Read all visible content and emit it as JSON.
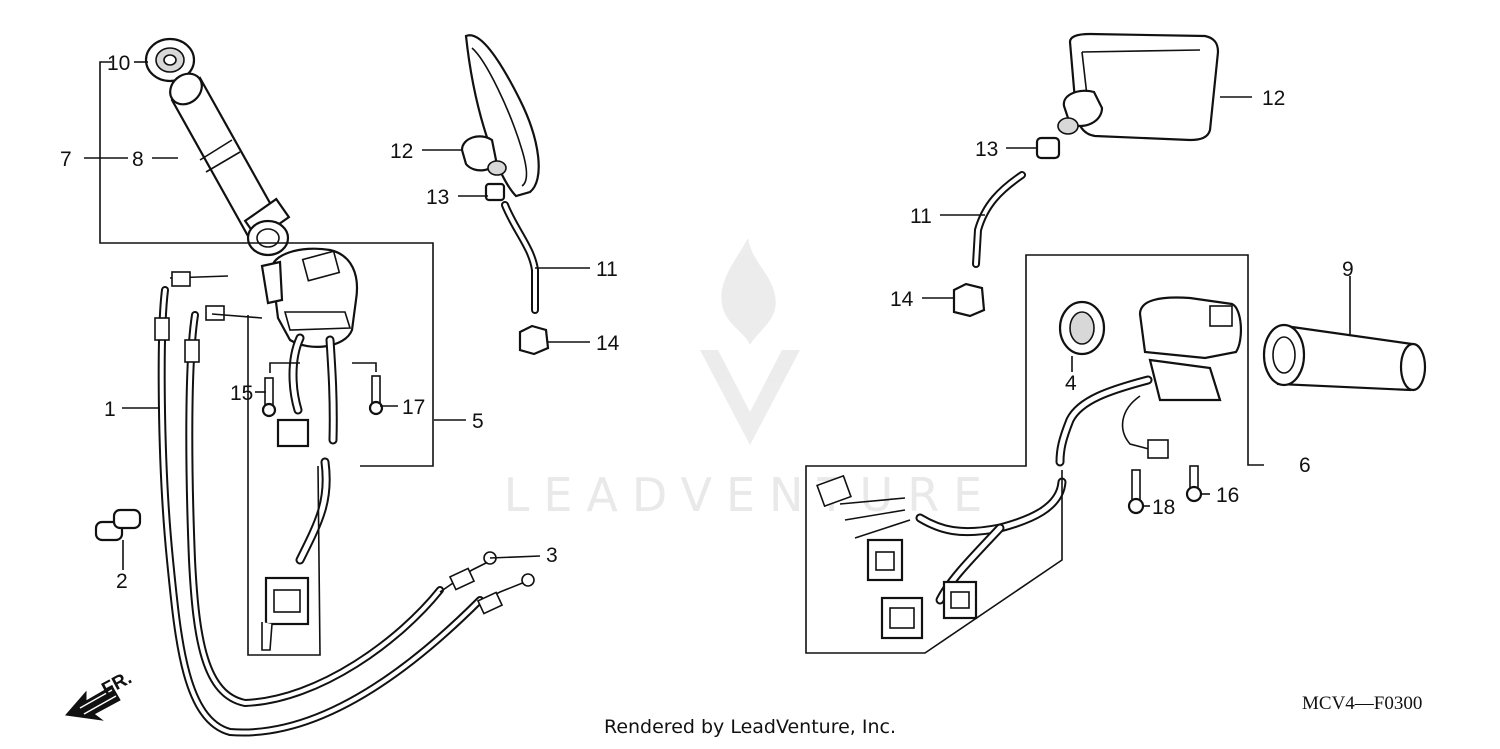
{
  "callouts": {
    "c1": "1",
    "c2": "2",
    "c3": "3",
    "c4": "4",
    "c5": "5",
    "c6": "6",
    "c7": "7",
    "c8": "8",
    "c9": "9",
    "c10": "10",
    "c11_left": "11",
    "c11_right": "11",
    "c12_left": "12",
    "c12_right": "12",
    "c13_left": "13",
    "c13_right": "13",
    "c14_left": "14",
    "c14_right": "14",
    "c15": "15",
    "c16": "16",
    "c17": "17",
    "c18": "18"
  },
  "direction_label": "FR.",
  "diagram_code": "MCV4—F0300",
  "footer": "Rendered by LeadVenture, Inc.",
  "watermark": "LEADVENTURE"
}
